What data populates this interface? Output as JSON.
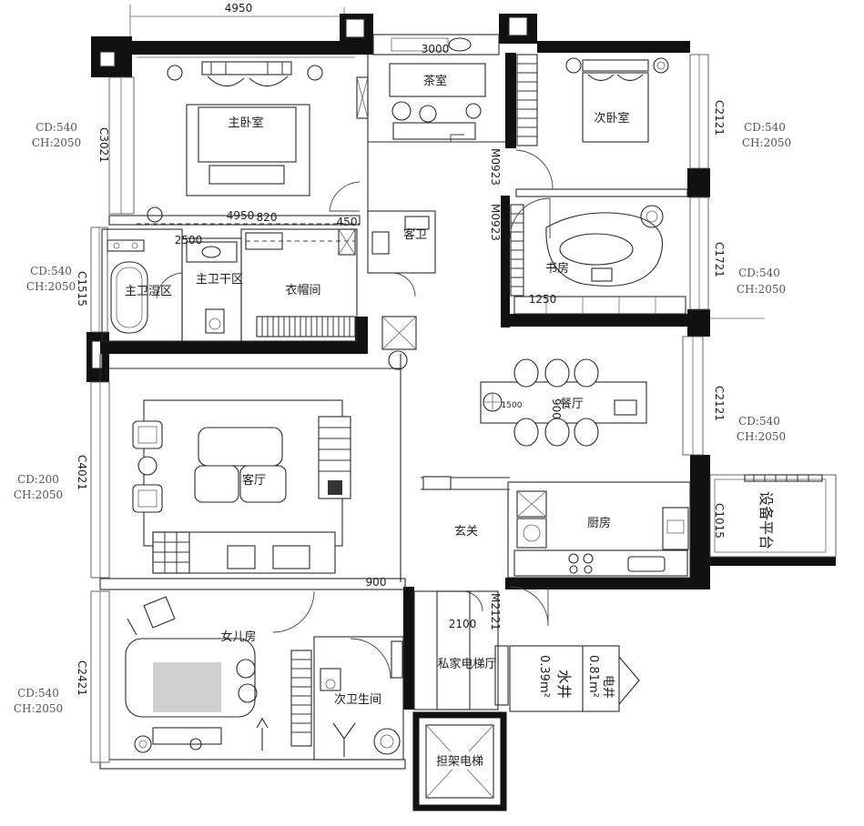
{
  "rooms": {
    "tea_room": "茶室",
    "master_bedroom": "主卧室",
    "second_bedroom": "次卧室",
    "study": "书房",
    "master_bath_wet": "主卫湿区",
    "master_bath_dry": "主卫干区",
    "closet": "衣帽间",
    "guest_bath": "客卫",
    "dining": "餐厅",
    "living": "客厅",
    "foyer": "玄关",
    "kitchen": "厨房",
    "equipment_platform": "设备平台",
    "daughter_room": "女儿房",
    "second_bath": "次卫生间",
    "elevator_lobby": "私家电梯厅",
    "stretcher_elevator": "担架电梯",
    "water_shaft": "水井",
    "water_shaft_area": "0.39m²",
    "electric_shaft": "电井",
    "electric_shaft_area": "0.81m²"
  },
  "windows": {
    "left": [
      {
        "code": "C3021",
        "cd": "CD:540",
        "ch": "CH:2050"
      },
      {
        "code": "C1515",
        "cd": "CD:540",
        "ch": "CH:2050"
      },
      {
        "code": "C4021",
        "cd": "CD:200",
        "ch": "CH:2050"
      },
      {
        "code": "C2421",
        "cd": "CD:540",
        "ch": "CH:2050"
      }
    ],
    "right": [
      {
        "code": "C2121",
        "cd": "CD:540",
        "ch": "CH:2050"
      },
      {
        "code": "C1721",
        "cd": "CD:540",
        "ch": "CH:2050"
      },
      {
        "code": "C2121",
        "cd": "CD:540",
        "ch": "CH:2050"
      },
      {
        "code": "C1015"
      }
    ]
  },
  "doors": [
    "M0923",
    "M0923",
    "M2121"
  ],
  "dimensions": {
    "top_width": "4950",
    "tea_room_width": "3000",
    "master_suite_width": "4950",
    "closet_opening": "820",
    "guest_bath_opening": "450",
    "bath_width": "2500",
    "study_shelf": "1250",
    "dining_table": "900",
    "dining_lamp": "1500",
    "daughter_door": "900",
    "lobby_width": "2100"
  },
  "colors": {
    "wall": "#111111",
    "line": "#2a2a2a",
    "annotation": "#555555"
  }
}
